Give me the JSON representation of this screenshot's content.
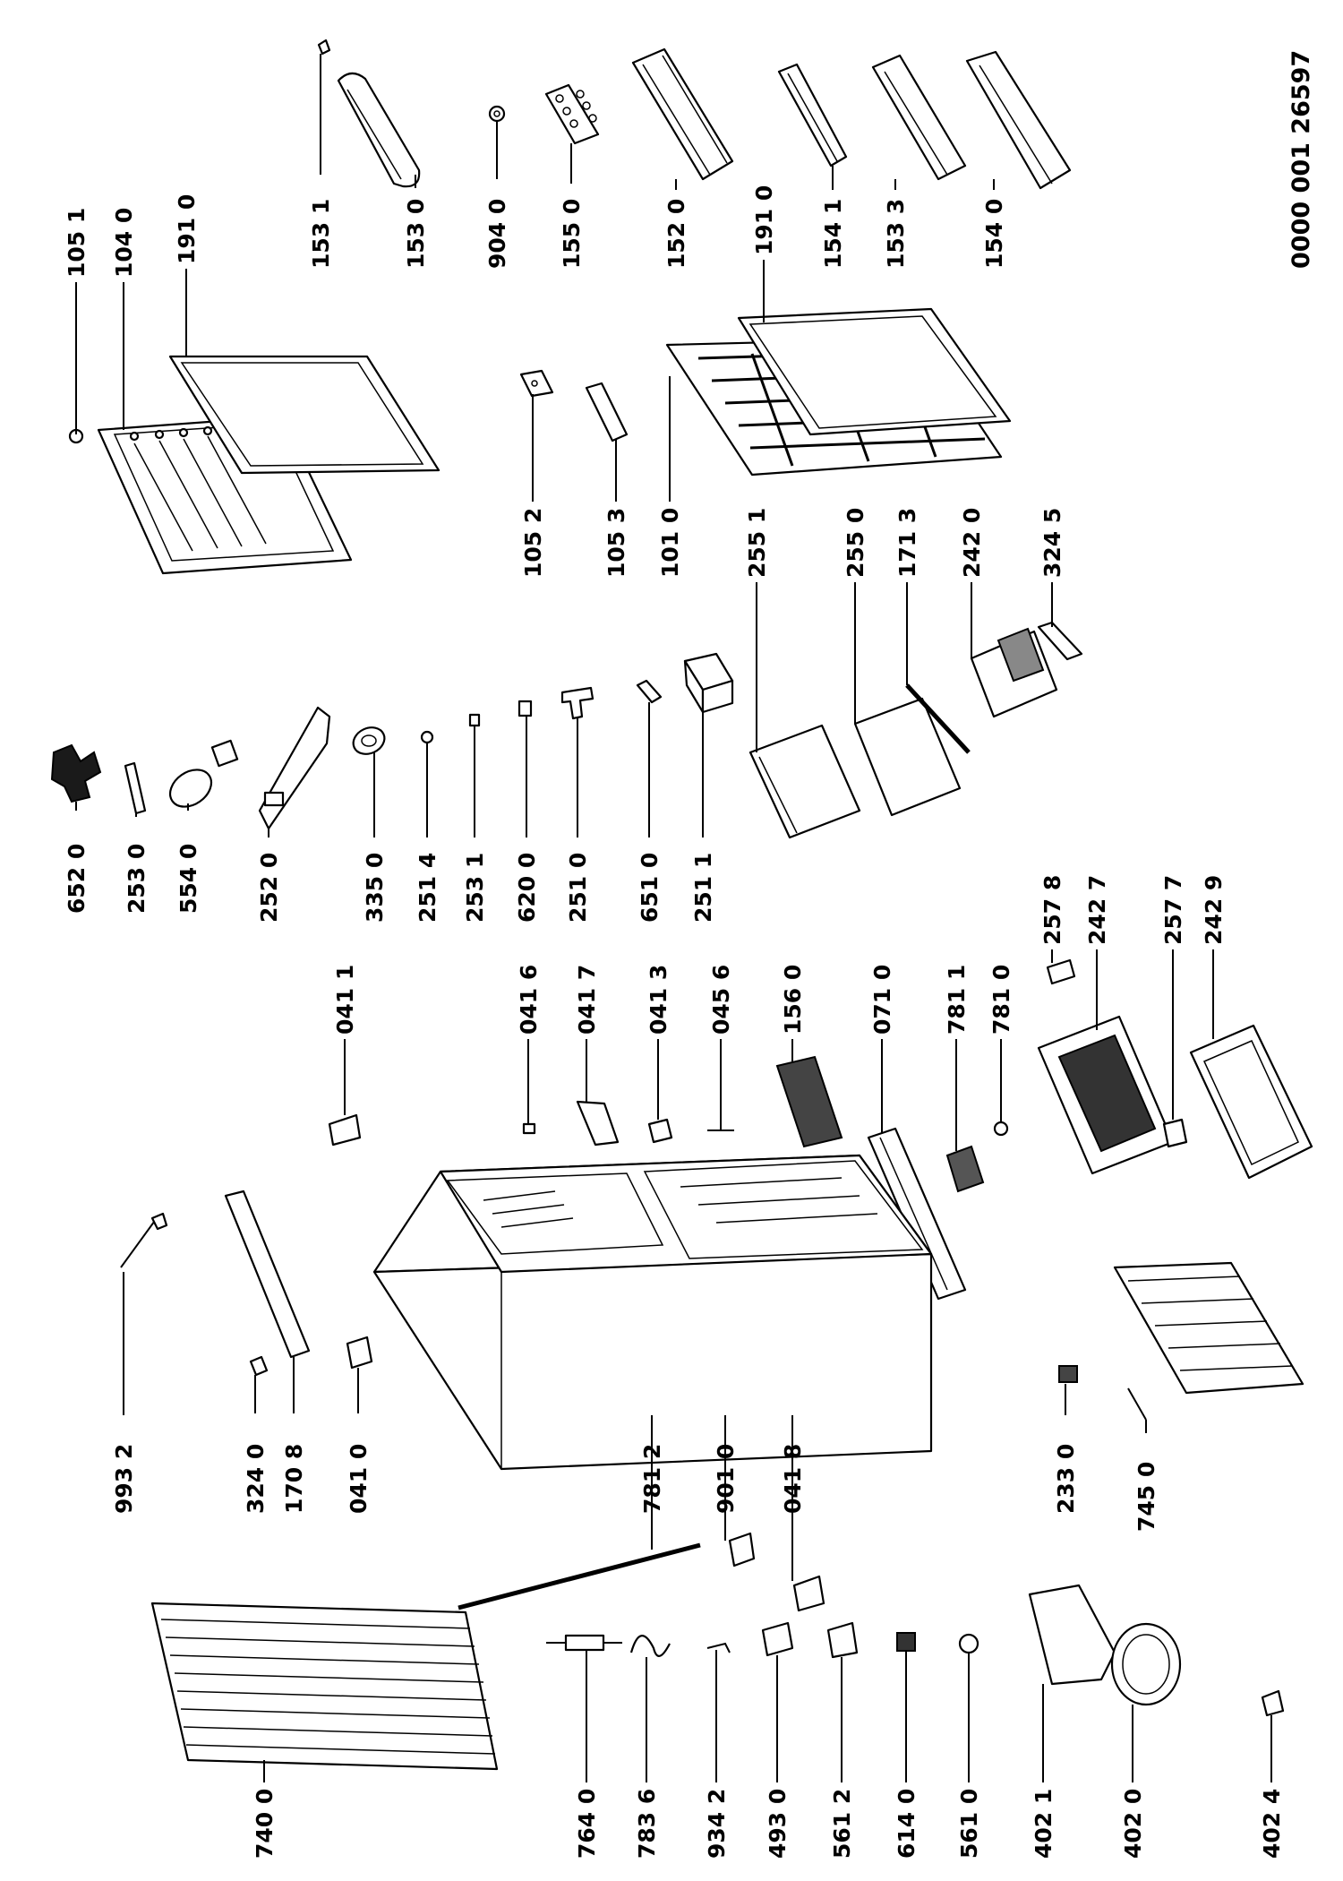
{
  "document_number": "0000 001 26597",
  "labels": {
    "p_105_1": "105 1",
    "p_104_0": "104 0",
    "p_191_0_top": "191 0",
    "p_153_1": "153 1",
    "p_153_0": "153 0",
    "p_904_0": "904 0",
    "p_155_0": "155 0",
    "p_152_0": "152 0",
    "p_191_0_mid": "191 0",
    "p_154_1": "154 1",
    "p_153_3": "153 3",
    "p_154_0": "154 0",
    "p_105_2": "105 2",
    "p_105_3": "105 3",
    "p_101_0": "101 0",
    "p_255_1": "255 1",
    "p_255_0": "255 0",
    "p_171_3": "171 3",
    "p_242_0": "242 0",
    "p_324_5": "324 5",
    "p_652_0": "652 0",
    "p_253_0": "253 0",
    "p_554_0": "554 0",
    "p_252_0": "252 0",
    "p_335_0": "335 0",
    "p_251_4": "251 4",
    "p_253_1": "253 1",
    "p_620_0": "620 0",
    "p_251_0": "251 0",
    "p_651_0": "651 0",
    "p_251_1": "251 1",
    "p_041_1": "041 1",
    "p_041_6": "041 6",
    "p_041_7": "041 7",
    "p_041_3": "041 3",
    "p_045_6": "045 6",
    "p_156_0": "156 0",
    "p_071_0": "071 0",
    "p_781_1": "781 1",
    "p_781_0": "781 0",
    "p_257_8": "257 8",
    "p_242_7": "242 7",
    "p_257_7": "257 7",
    "p_242_9": "242 9",
    "p_993_2": "993 2",
    "p_324_0": "324 0",
    "p_170_8": "170 8",
    "p_041_0": "041 0",
    "p_781_2": "781 2",
    "p_901_0": "901 0",
    "p_041_8": "041 8",
    "p_233_0": "233 0",
    "p_745_0": "745 0",
    "p_740_0": "740 0",
    "p_764_0": "764 0",
    "p_783_6": "783 6",
    "p_934_2": "934 2",
    "p_493_0": "493 0",
    "p_561_2": "561 2",
    "p_614_0": "614 0",
    "p_561_0": "561 0",
    "p_402_1": "402 1",
    "p_402_0": "402 0",
    "p_402_4": "402 4"
  }
}
